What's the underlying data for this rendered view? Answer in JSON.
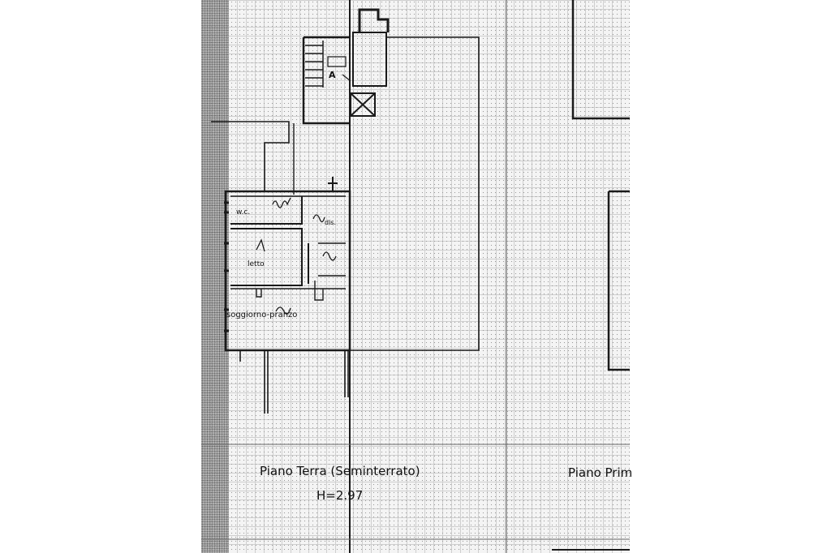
{
  "drawing": {
    "labels": {
      "marker_a": "A",
      "room_wc": "w.c.",
      "room_letto": "letto",
      "room_soggiorno": "soggiorno-pranzo",
      "room_dis": "dis."
    },
    "titles": {
      "ground_floor": "Piano Terra (Seminterrato)",
      "ground_height": "H=2.97",
      "first_floor": "Piano Prim"
    }
  }
}
